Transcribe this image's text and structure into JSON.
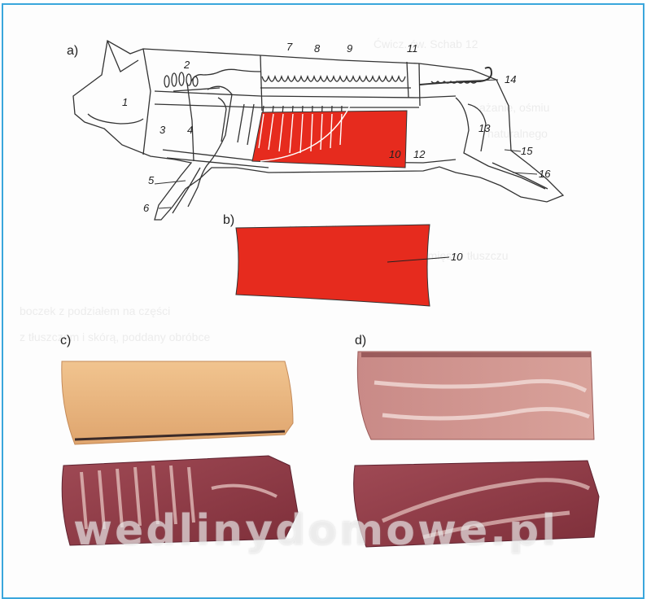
{
  "panels": {
    "a": "a)",
    "b": "b)",
    "c": "c)",
    "d": "d)"
  },
  "diagram_numbers": {
    "n1": "1",
    "n2": "2",
    "n3": "3",
    "n4": "4",
    "n5": "5",
    "n6": "6",
    "n7": "7",
    "n8": "8",
    "n9": "9",
    "n10": "10",
    "n11": "11",
    "n12": "12",
    "n13": "13",
    "n14": "14",
    "n15": "15",
    "n16": "16"
  },
  "cut_label": "10",
  "watermark": "wedlinydomowe.pl",
  "colors": {
    "frame": "#3aa6dc",
    "highlight": "#e62b1e",
    "fat": "#e9b57e",
    "meat": "#8e3642"
  }
}
